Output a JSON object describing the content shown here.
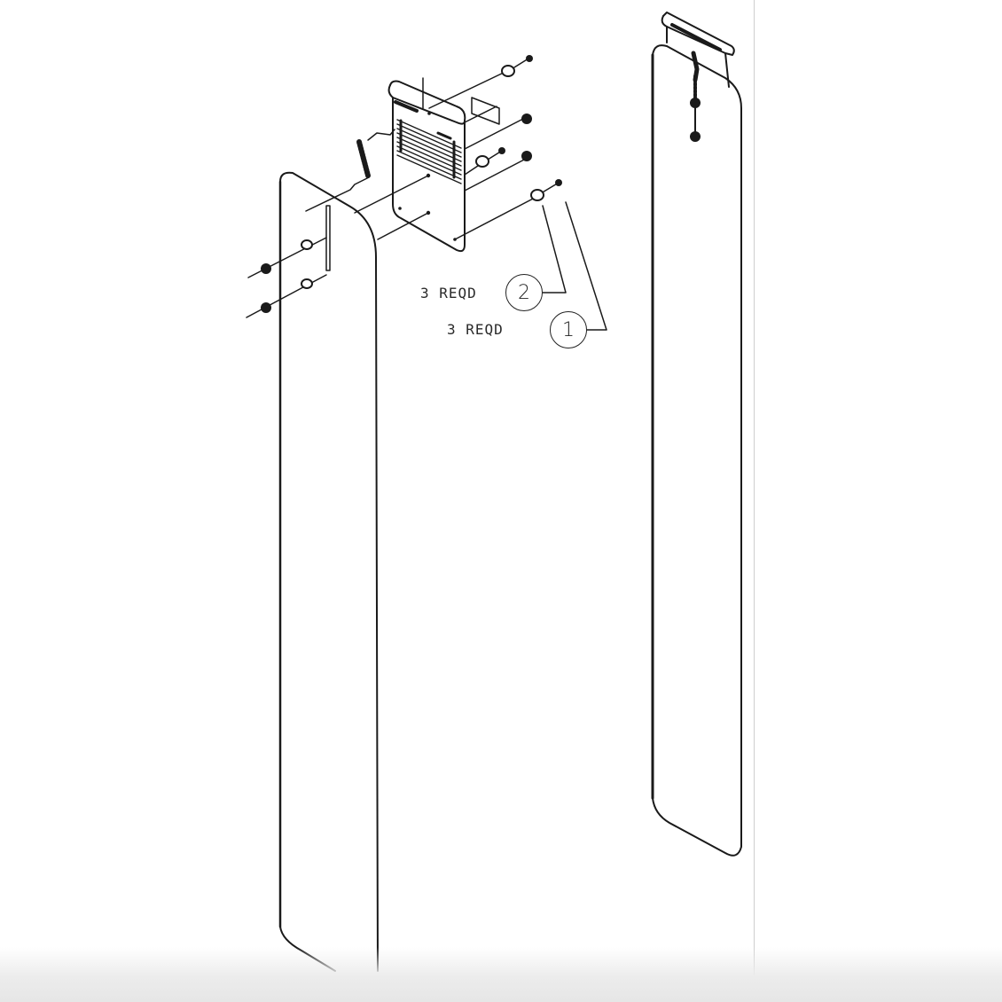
{
  "diagram": {
    "type": "exploded-assembly",
    "labels": [
      {
        "id": "qty-2",
        "text": "3 REQD"
      },
      {
        "id": "qty-1",
        "text": "3 REQD"
      }
    ],
    "balloons": [
      {
        "id": "callout-2",
        "number": "2"
      },
      {
        "id": "callout-1",
        "number": "1"
      }
    ],
    "parts": [
      "left-tall-panel",
      "right-tall-panel",
      "bracket-plate-with-grille",
      "spring",
      "washers",
      "screws",
      "nuts",
      "small-rectangular-plate"
    ],
    "colors": {
      "line": "#1a1a1a",
      "background": "#ffffff",
      "divider": "#cfcfcf"
    }
  }
}
